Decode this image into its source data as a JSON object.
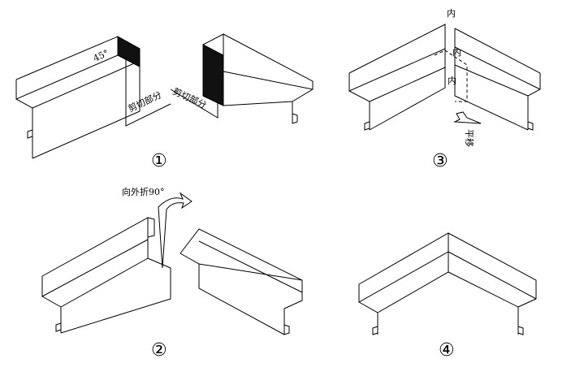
{
  "steps": [
    {
      "number": "①",
      "labels": {
        "angle": "45°",
        "cut_left": "剪切部分",
        "cut_right": "剪切部分"
      }
    },
    {
      "number": "②",
      "labels": {
        "fold": "向外折90°"
      }
    },
    {
      "number": "③",
      "labels": {
        "inner_top": "内",
        "inner_mid": "内",
        "inner_low": "内",
        "shift": "平移"
      }
    },
    {
      "number": "④",
      "labels": {}
    }
  ]
}
